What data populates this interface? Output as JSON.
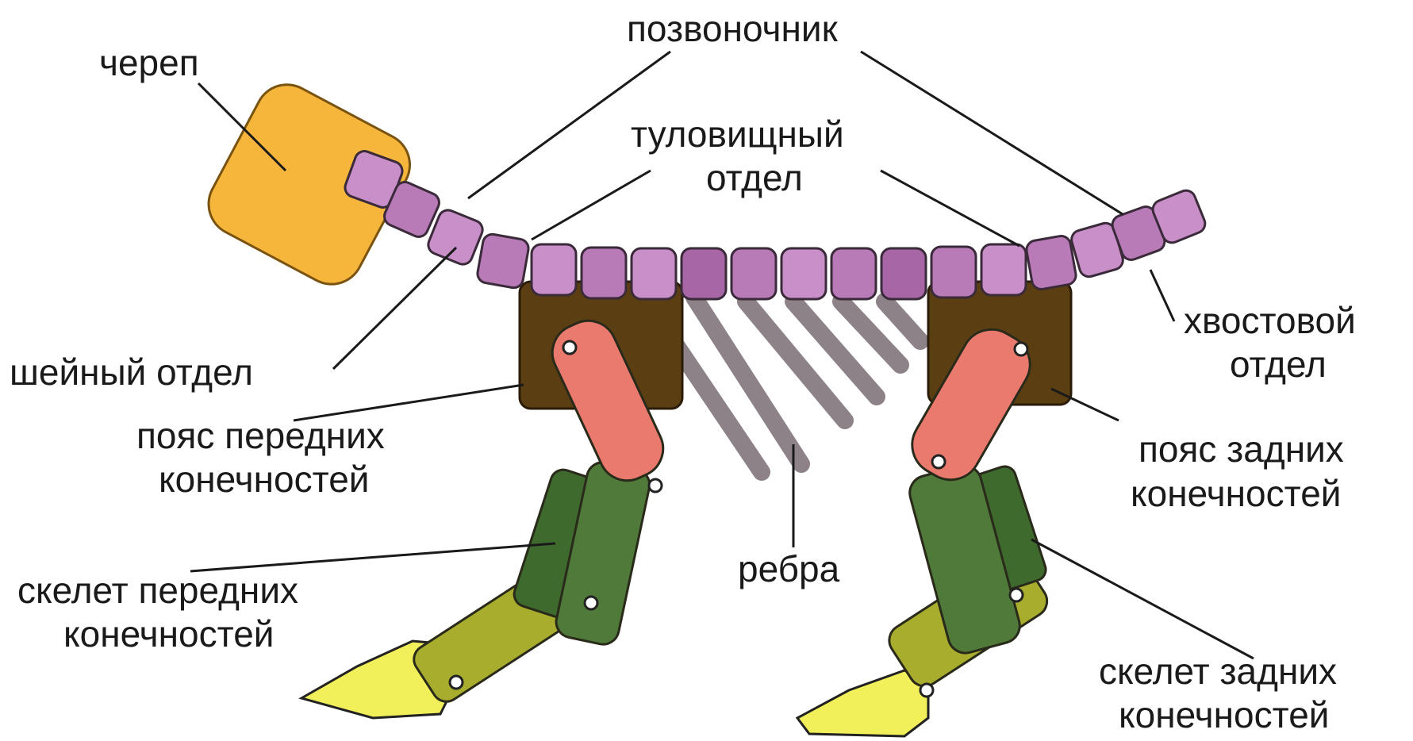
{
  "labels": {
    "skull": "череп",
    "spine": "позвоночник",
    "trunk_line1": "туловищный",
    "trunk_line2": "отдел",
    "neck": "шейный отдел",
    "tail_line1": "хвостовой",
    "tail_line2": "отдел",
    "front_girdle_line1": "пояс передних",
    "front_girdle_line2": "конечностей",
    "hind_girdle_line1": "пояс задних",
    "hind_girdle_line2": "конечностей",
    "ribs": "ребра",
    "front_limb_line1": "скелет передних",
    "front_limb_line2": "конечностей",
    "hind_limb_line1": "скелет задних",
    "hind_limb_line2": "конечностей"
  },
  "colors": {
    "skull": "#f6b63c",
    "vertebra": "#c98fc8",
    "vertebra_dark": "#a766a6",
    "girdle": "#5b3e12",
    "upper_limb": "#e97a6d",
    "middle_limb": "#4f7a3a",
    "lower_limb": "#a8ad2e",
    "foot": "#f2f05a",
    "rib": "#8d8287"
  }
}
